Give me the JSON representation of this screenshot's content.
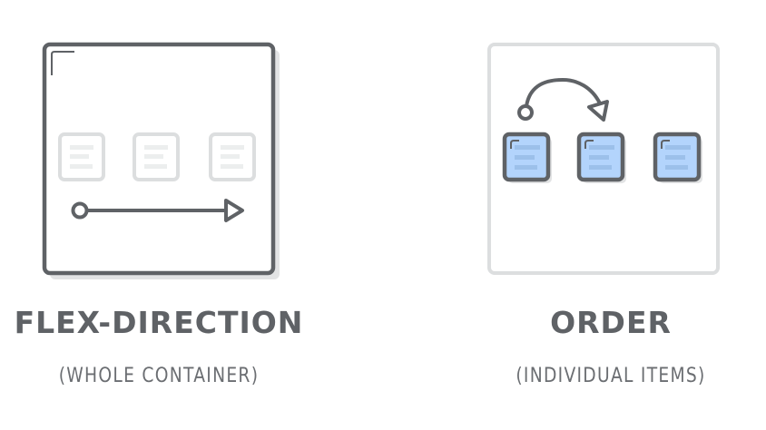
{
  "colors": {
    "dark_stroke": "#5f6266",
    "light_stroke": "#dcdedf",
    "item_fill_blue": "#b3d4fc",
    "item_lines_blue": "#9cc0ea",
    "ghost_lines": "#eceeee",
    "shadow": "#e2e3e4"
  },
  "panels": [
    {
      "title": "FLEX-DIRECTION",
      "subtitle": "(WHOLE CONTAINER)",
      "container_style": "highlighted",
      "items_style": "faded",
      "arrow": "straight-right"
    },
    {
      "title": "ORDER",
      "subtitle": "(INDIVIDUAL ITEMS)",
      "container_style": "faded",
      "items_style": "highlighted",
      "arrow": "curved-hop"
    }
  ]
}
